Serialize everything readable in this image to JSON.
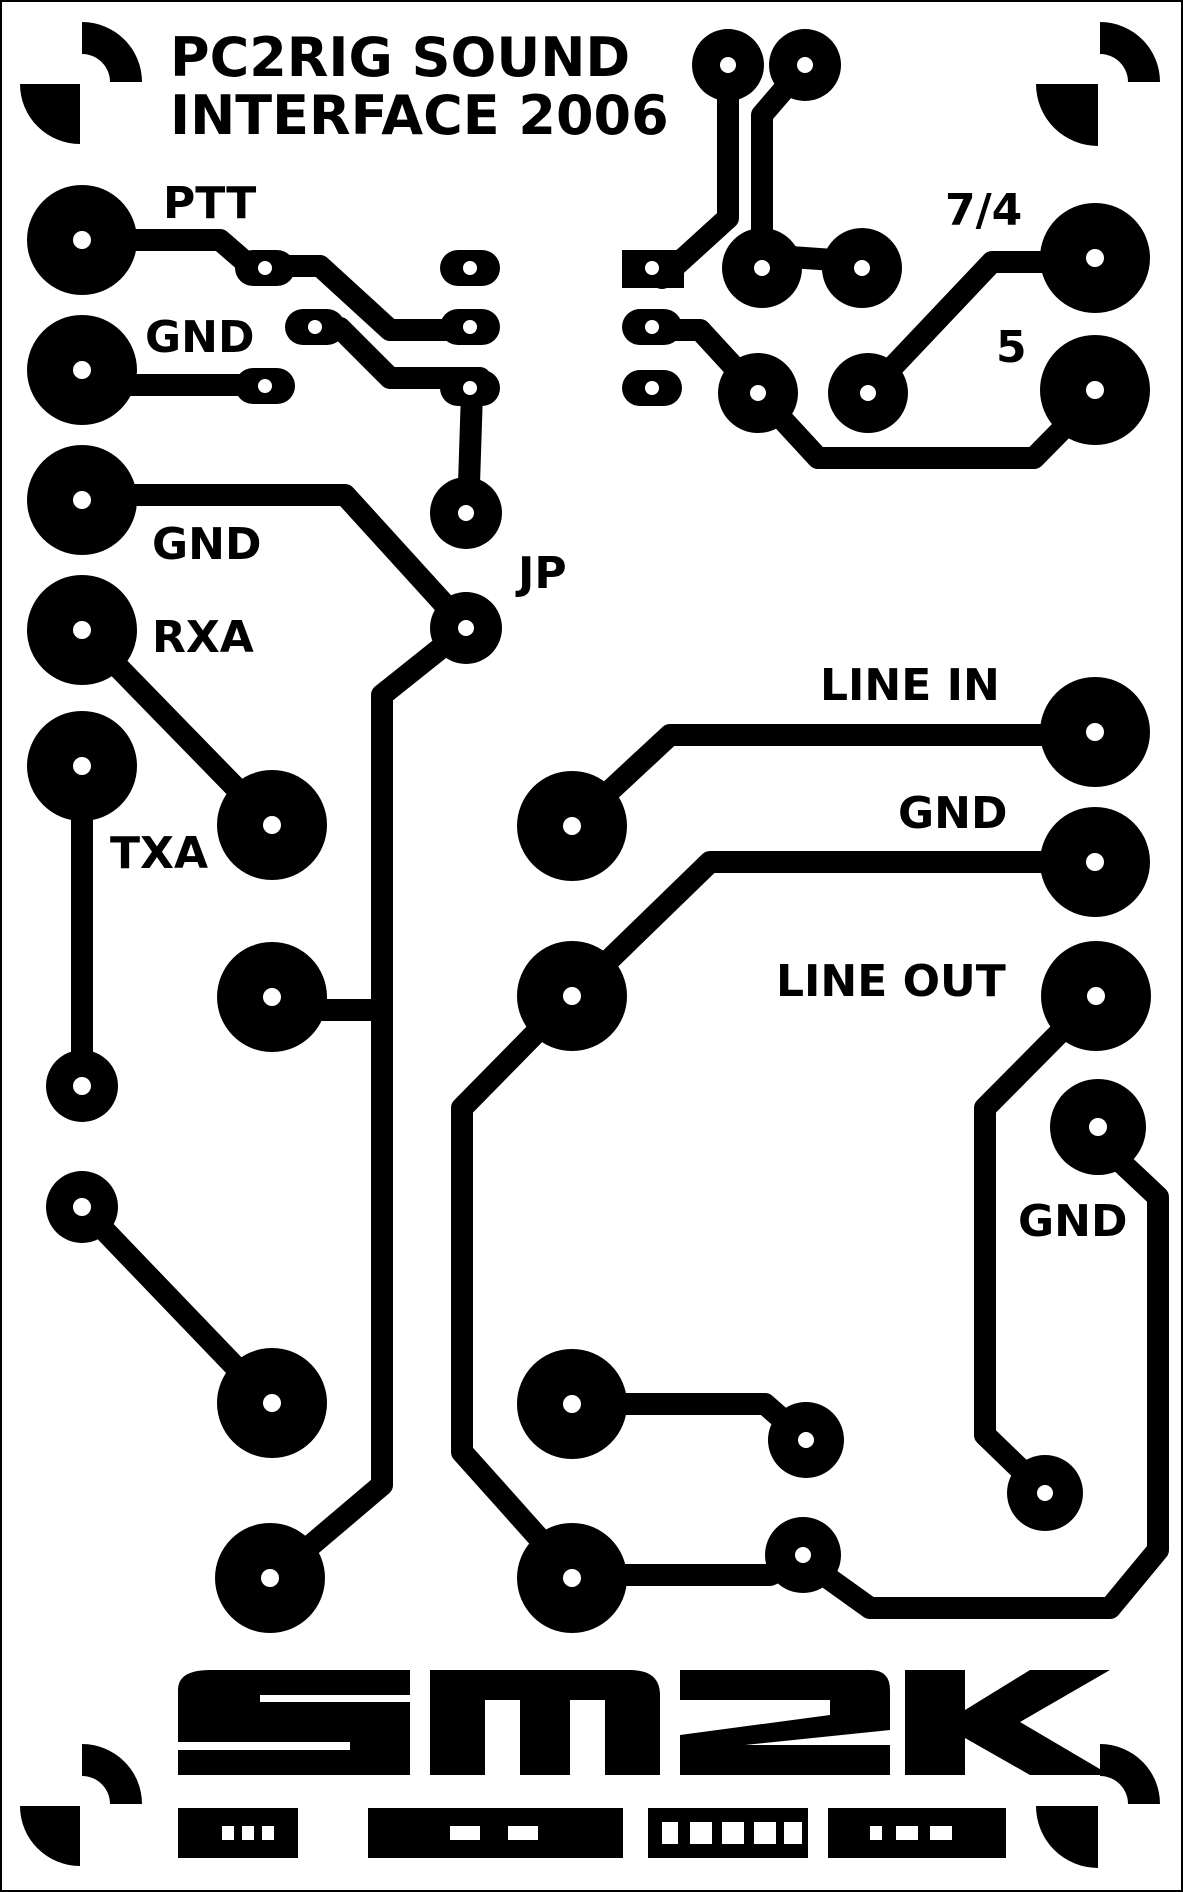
{
  "title": {
    "line1": "PC2RIG SOUND",
    "line2": "INTERFACE 2006"
  },
  "labels": {
    "ptt": "PTT",
    "gnd_1": "GND",
    "gnd_2": "GND",
    "rxa": "RXA",
    "txa": "TXA",
    "jp": "JP",
    "pin_7_4": "7/4",
    "pin_5": "5",
    "line_in": "LINE IN",
    "gnd_3": "GND",
    "line_out": "LINE OUT",
    "gnd_4": "GND"
  },
  "logo": {
    "text": "SM2K"
  },
  "colors": {
    "copper": "#000000",
    "board": "#ffffff"
  }
}
